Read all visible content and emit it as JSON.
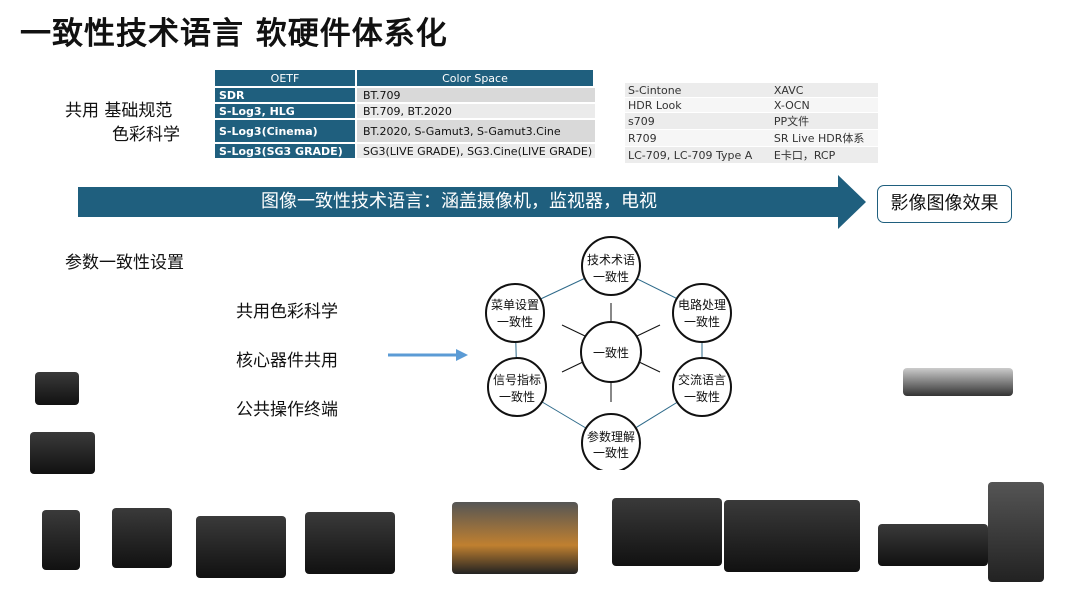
{
  "title": "一致性技术语言 软硬件体系化",
  "left_labels": {
    "shared": "共用 基础规范",
    "color_science": "色彩科学",
    "param": "参数一致性设置"
  },
  "table1": {
    "headers": [
      "OETF",
      "Color Space"
    ],
    "rows": [
      [
        "SDR",
        "BT.709"
      ],
      [
        "S-Log3, HLG",
        "BT.709, BT.2020"
      ],
      [
        "S-Log3(Cinema)",
        "BT.2020, S-Gamut3, S-Gamut3.Cine"
      ],
      [
        "S-Log3(SG3 GRADE)",
        "SG3(LIVE GRADE), SG3.Cine(LIVE GRADE)"
      ]
    ]
  },
  "table2": {
    "rows": [
      [
        "S-Cintone",
        "XAVC"
      ],
      [
        "HDR Look",
        "X-OCN"
      ],
      [
        "s709",
        "PP文件"
      ],
      [
        "R709",
        "SR Live HDR体系"
      ],
      [
        "LC-709, LC-709 Type A",
        "E卡口，RCP"
      ]
    ]
  },
  "arrow": {
    "text": "图像一致性技术语言：涵盖摄像机，监视器，电视",
    "target": "影像图像效果",
    "color": "#1f5f7e"
  },
  "points": [
    "共用色彩科学",
    "核心器件共用",
    "公共操作终端"
  ],
  "diagram": {
    "center": "一致性",
    "nodes": [
      [
        "技术术语",
        "一致性"
      ],
      [
        "电路处理",
        "一致性"
      ],
      [
        "交流语言",
        "一致性"
      ],
      [
        "参数理解",
        "一致性"
      ],
      [
        "信号指标",
        "一致性"
      ],
      [
        "菜单设置",
        "一致性"
      ]
    ]
  }
}
